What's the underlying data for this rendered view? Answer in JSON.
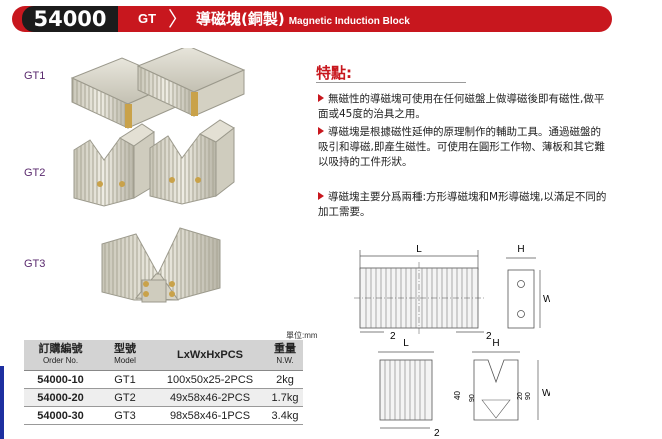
{
  "header": {
    "code": "54000",
    "series": "GT",
    "title": "導磁塊(銅製)",
    "subtitle": "Magnetic Induction Block"
  },
  "products": [
    {
      "label": "GT1",
      "icon": "square-magnetic-block-icon"
    },
    {
      "label": "GT2",
      "icon": "m-shaped-magnetic-block-icon"
    },
    {
      "label": "GT3",
      "icon": "v-block-icon"
    }
  ],
  "features": {
    "title": "特點:",
    "items": [
      "無磁性的導磁塊可使用在任何磁盤上做導磁後即有磁性,做平面或45度的治具之用。",
      "導磁塊是根據磁性延伸的原理制作的輔助工具。通過磁盤的吸引和導磁,即產生磁性。可使用在圓形工作物、薄板和其它難以吸持的工件形狀。",
      "導磁塊主要分爲兩種:方形導磁塊和M形導磁塊,以滿足不同的加工需要。"
    ]
  },
  "table": {
    "unit": "單位:mm",
    "headers": [
      {
        "main": "訂購編號",
        "sub": "Order No."
      },
      {
        "main": "型號",
        "sub": "Model"
      },
      {
        "main": "LxWxHxPCS",
        "sub": ""
      },
      {
        "main": "重量",
        "sub": "N.W."
      }
    ],
    "rows": [
      [
        "54000-10",
        "GT1",
        "100x50x25-2PCS",
        "2kg"
      ],
      [
        "54000-20",
        "GT2",
        "49x58x46-2PCS",
        "1.7kg"
      ],
      [
        "54000-30",
        "GT3",
        "98x58x46-1PCS",
        "3.4kg"
      ]
    ]
  },
  "drawing": {
    "top_view": {
      "length": "L",
      "height": "H",
      "width": "W",
      "pitch_left": "2",
      "pitch_right": "2"
    },
    "v_view": {
      "length": "L",
      "height": "H",
      "width": "W",
      "pitch": "2",
      "dim_40": "40",
      "dim_90_left": "90",
      "dim_20": "20",
      "dim_90_right": "90"
    }
  },
  "colors": {
    "accent": "#c8171e",
    "dark": "#1c1c1c",
    "header_cell": "#d3d3d3"
  }
}
